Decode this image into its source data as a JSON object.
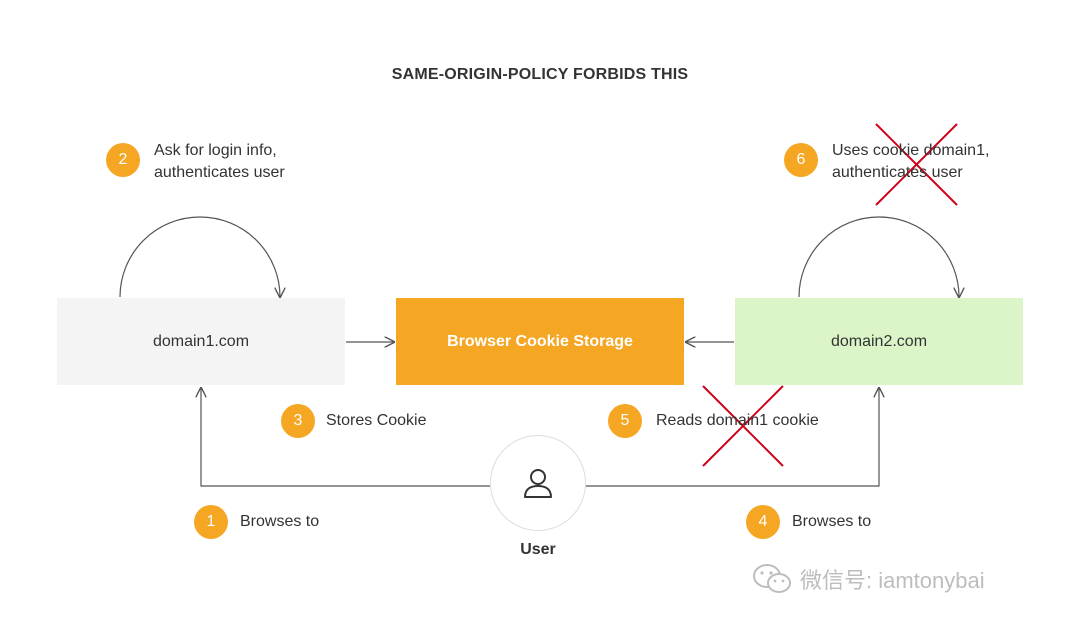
{
  "title": "SAME-ORIGIN-POLICY FORBIDS THIS",
  "colors": {
    "accent": "#f5a623",
    "domain1_box": "#f4f4f4",
    "domain2_box": "#dbf5c8",
    "line": "#555555",
    "cross": "#d0021b"
  },
  "boxes": {
    "domain1": "domain1.com",
    "storage": "Browser Cookie Storage",
    "domain2": "domain2.com"
  },
  "steps": [
    {
      "number": "1",
      "text": "Browses to"
    },
    {
      "number": "2",
      "text_line1": "Ask for login info,",
      "text_line2": "authenticates user"
    },
    {
      "number": "3",
      "text": "Stores Cookie"
    },
    {
      "number": "4",
      "text": "Browses to"
    },
    {
      "number": "5",
      "text": "Reads domain1 cookie",
      "crossed": true
    },
    {
      "number": "6",
      "text_line1": "Uses cookie domain1,",
      "text_line2": "authenticates user",
      "crossed": true
    }
  ],
  "user": {
    "label": "User",
    "icon": "user-icon"
  },
  "watermark": {
    "icon": "wechat-icon",
    "text": "微信号: iamtonybai"
  }
}
